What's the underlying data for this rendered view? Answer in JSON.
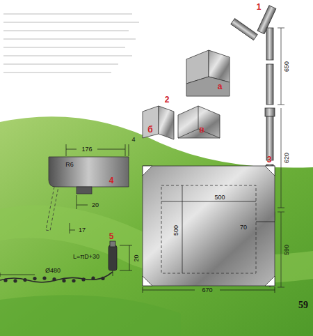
{
  "diagram": {
    "labels": [
      "1",
      "650",
      "620",
      "590",
      "а",
      "2",
      "б",
      "в",
      "3",
      "176",
      "4",
      "R6",
      "4",
      "20",
      "17",
      "500",
      "500",
      "70",
      "670",
      "5",
      "L=πD+30",
      "20",
      "Ø480",
      "59"
    ]
  }
}
